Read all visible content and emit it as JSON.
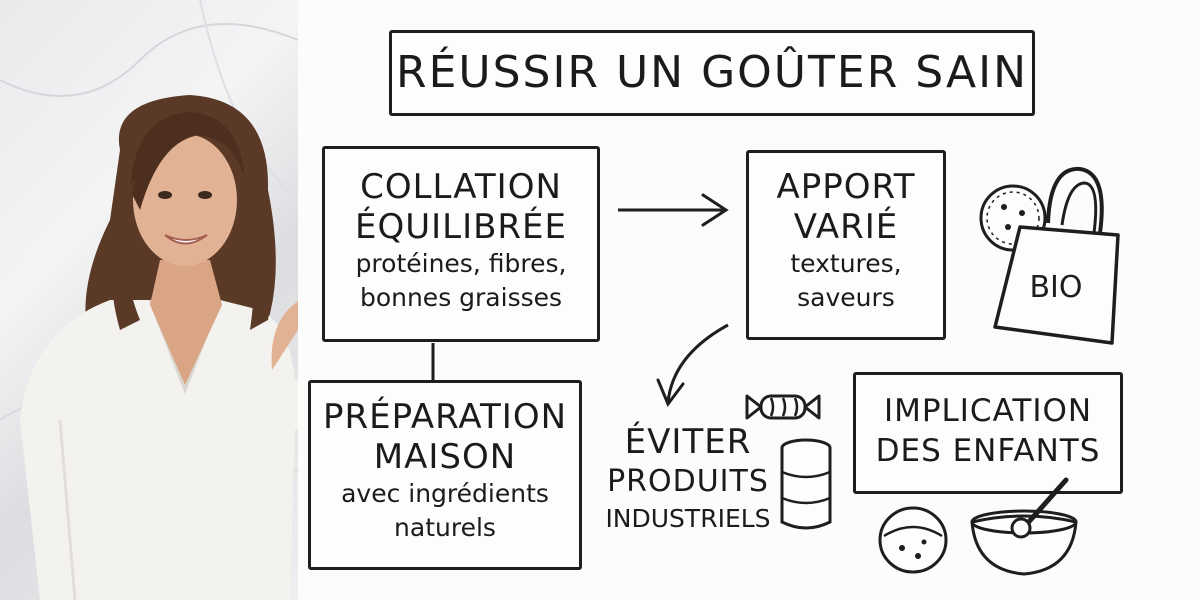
{
  "title": "RÉUSSIR UN GOÛTER SAIN",
  "nodes": {
    "collation": {
      "line1": "COLLATION",
      "line2": "ÉQUILIBRÉE",
      "sub1": "protéines, fibres,",
      "sub2": "bonnes graisses"
    },
    "apport": {
      "line1": "APPORT",
      "line2": "VARIÉ",
      "sub1": "textures,",
      "sub2": "saveurs"
    },
    "preparation": {
      "line1": "PRÉPARATION",
      "line2": "MAISON",
      "sub1": "avec ingrédients",
      "sub2": "naturels"
    },
    "eviter": {
      "line1": "ÉVITER",
      "line2": "PRODUITS",
      "line3": "INDUSTRIELS"
    },
    "implication": {
      "line1": "IMPLICATION",
      "line2": "DES ENFANTS"
    }
  },
  "bag_label": "BIO",
  "icons": [
    "cookie-icon",
    "tote-bag-icon",
    "candy-icon",
    "can-icon",
    "mixing-bowl-icon"
  ],
  "colors": {
    "ink": "#1e1e1e",
    "paper": "#fcfcfb"
  }
}
